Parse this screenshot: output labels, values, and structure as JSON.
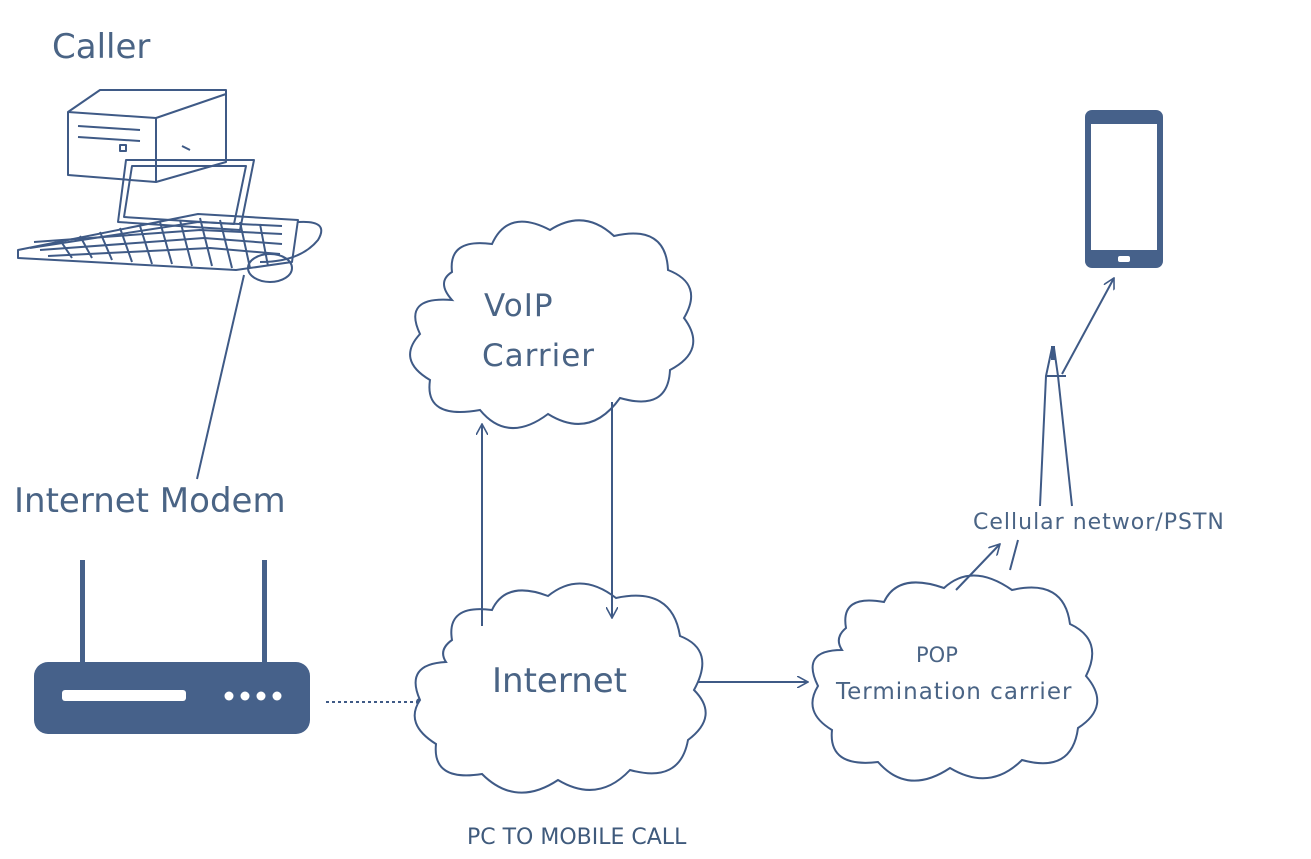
{
  "nodes": {
    "caller": {
      "label": "Caller",
      "icon": "desktop-computer-icon"
    },
    "modem": {
      "label": "Internet Modem",
      "icon": "router-icon"
    },
    "voip": {
      "label_line1": "VoIP",
      "label_line2": "Carrier",
      "icon": "cloud-icon"
    },
    "internet": {
      "label": "Internet",
      "icon": "cloud-icon"
    },
    "pop": {
      "label_line1": "POP",
      "label_line2": "Termination carrier",
      "icon": "cloud-icon"
    },
    "cellular": {
      "label": "Cellular networ/PSTN",
      "icon": "cell-tower-icon"
    },
    "mobile": {
      "icon": "smartphone-icon"
    }
  },
  "caption": "PC TO MOBILE CALL",
  "colors": {
    "line": "#3f5a86",
    "text": "#4a6485",
    "router_fill": "#46618a"
  }
}
